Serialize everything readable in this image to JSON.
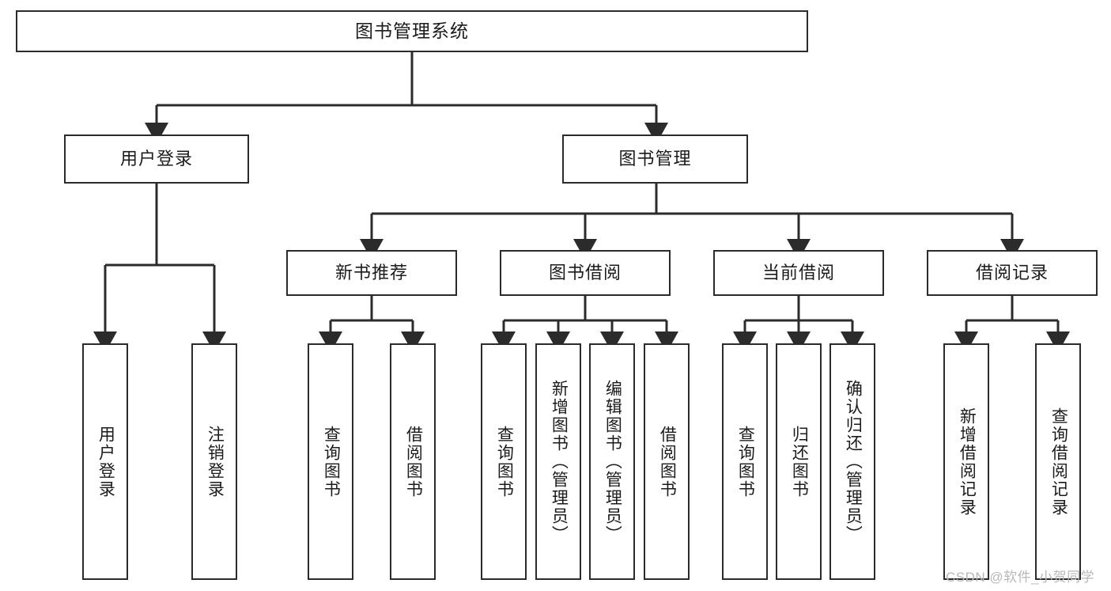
{
  "diagram": {
    "title": "图书管理系统",
    "type": "tree-hierarchy-chart",
    "watermark": "CSDN @软件_小贺同学",
    "colors": {
      "stroke": "#2b2b2b",
      "fill": "#ffffff",
      "text": "#1b1b1b",
      "watermark": "#b8b8b8"
    },
    "nodes": {
      "root": {
        "label": "图书管理系统"
      },
      "level2": [
        {
          "id": "user-login",
          "label": "用户登录"
        },
        {
          "id": "book-manage",
          "label": "图书管理"
        }
      ],
      "level3": [
        {
          "id": "new-book-recommend",
          "label": "新书推荐"
        },
        {
          "id": "book-borrow",
          "label": "图书借阅"
        },
        {
          "id": "current-borrow",
          "label": "当前借阅"
        },
        {
          "id": "borrow-record",
          "label": "借阅记录"
        }
      ],
      "leaves": {
        "user_login": [
          {
            "id": "leaf-user-login",
            "label": "用户登录"
          },
          {
            "id": "leaf-user-logout",
            "label": "注销登录"
          }
        ],
        "new_book_recommend": [
          {
            "id": "leaf-query-book-1",
            "label": "查询图书"
          },
          {
            "id": "leaf-borrow-book-1",
            "label": "借阅图书"
          }
        ],
        "book_borrow": [
          {
            "id": "leaf-query-book-2",
            "label": "查询图书"
          },
          {
            "id": "leaf-add-book",
            "label": "新增图书（管理员）"
          },
          {
            "id": "leaf-edit-book",
            "label": "编辑图书（管理员）"
          },
          {
            "id": "leaf-borrow-book-2",
            "label": "借阅图书"
          }
        ],
        "current_borrow": [
          {
            "id": "leaf-query-book-3",
            "label": "查询图书"
          },
          {
            "id": "leaf-return-book",
            "label": "归还图书"
          },
          {
            "id": "leaf-confirm-return",
            "label": "确认归还（管理员）"
          }
        ],
        "borrow_record": [
          {
            "id": "leaf-add-record",
            "label": "新增借阅记录"
          },
          {
            "id": "leaf-query-record",
            "label": "查询借阅记录"
          }
        ]
      }
    }
  }
}
